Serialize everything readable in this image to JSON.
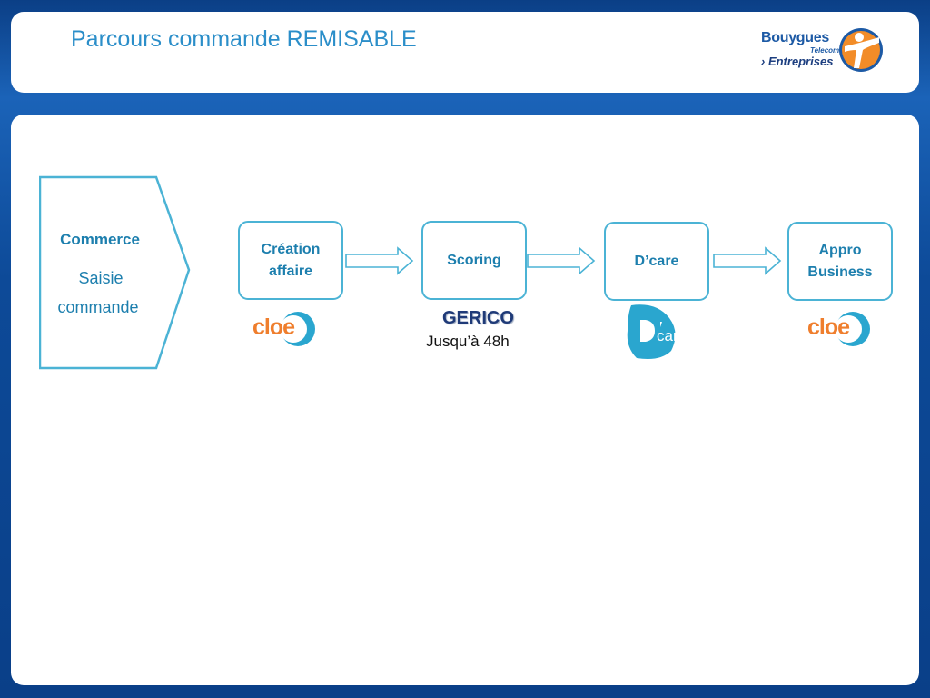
{
  "header": {
    "title": "Parcours commande REMISABLE",
    "logo": {
      "brand": "Bouygues",
      "sub": "Telecom",
      "line2": "› Entreprises",
      "colors": {
        "blue": "#1d5aa5",
        "orange": "#f28c28"
      }
    }
  },
  "diagram": {
    "start": {
      "title": "Commerce",
      "subtitle_line1": "Saisie",
      "subtitle_line2": "commande"
    },
    "steps": [
      {
        "line1": "Création",
        "line2": "affaire"
      },
      {
        "line1": "Scoring"
      },
      {
        "line1": "D’care"
      },
      {
        "line1": "Appro",
        "line2": "Business"
      }
    ],
    "tools": {
      "cloe_text": "cloe",
      "gerico": "GERICO",
      "gerico_duration": "Jusqu’à 48h",
      "dcare_text": "care"
    },
    "colors": {
      "accent": "#1d7fae",
      "border": "#4bb3d5",
      "cloe_orange": "#ef7e2d",
      "dcare_teal": "#2aa6cf"
    }
  }
}
